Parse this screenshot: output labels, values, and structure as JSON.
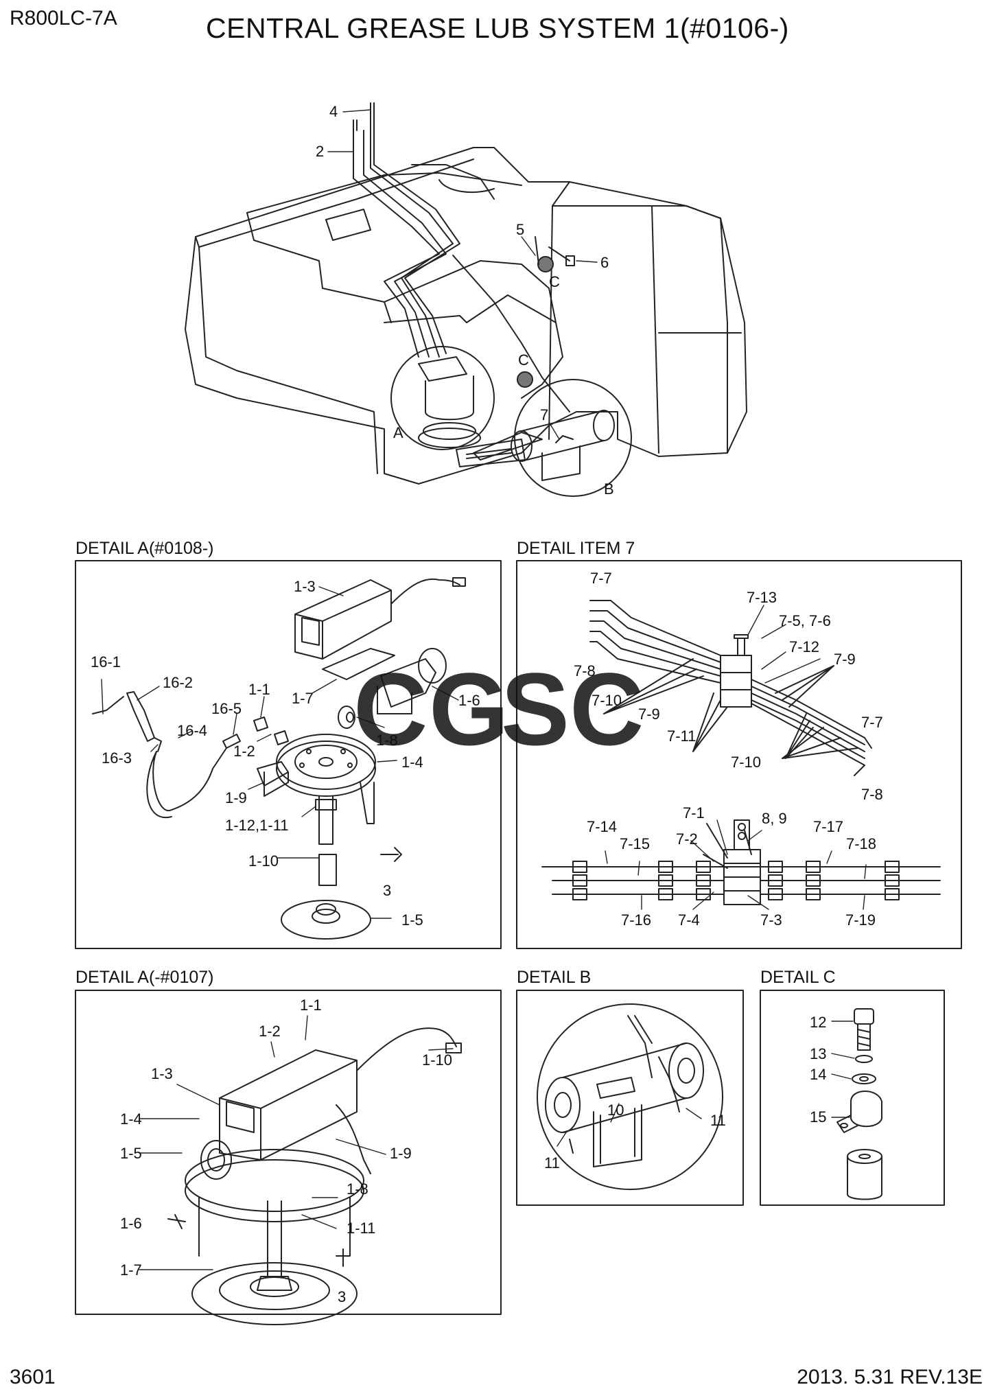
{
  "header": {
    "model": "R800LC-7A",
    "title": "CENTRAL GREASE LUB SYSTEM 1(#0106-)"
  },
  "footer": {
    "page_number": "3601",
    "revision": "2013. 5.31  REV.13E"
  },
  "watermark": {
    "text": "CGSC",
    "colors": [
      "#4f86e8",
      "#f0736a",
      "#f4c64a",
      "#3fb07a"
    ]
  },
  "main_view": {
    "callouts": [
      "4",
      "2",
      "5",
      "6",
      "C",
      "C",
      "A",
      "7",
      "B"
    ]
  },
  "panels": [
    {
      "title": "DETAIL A(#0108-)",
      "callouts": [
        "1-3",
        "16-1",
        "16-2",
        "1-1",
        "1-7",
        "1-6",
        "16-5",
        "16-4",
        "1-2",
        "1-8",
        "16-3",
        "1-4",
        "1-9",
        "1-12,1-11",
        "1-10",
        "3",
        "1-5"
      ]
    },
    {
      "title": "DETAIL ITEM 7",
      "callouts": [
        "7-7",
        "7-13",
        "7-5, 7-6",
        "7-12",
        "7-9",
        "7-8",
        "7-10",
        "7-9",
        "7-11",
        "7-7",
        "7-10",
        "7-8",
        "7-1",
        "8, 9",
        "7-14",
        "7-15",
        "7-2",
        "7-17",
        "7-18",
        "7-16",
        "7-4",
        "7-3",
        "7-19"
      ]
    },
    {
      "title": "DETAIL A(-#0107)",
      "callouts": [
        "1-1",
        "1-2",
        "1-10",
        "1-3",
        "1-4",
        "1-5",
        "1-9",
        "1-8",
        "1-6",
        "1-11",
        "1-7",
        "3"
      ]
    },
    {
      "title": "DETAIL B",
      "callouts": [
        "10",
        "11",
        "11"
      ]
    },
    {
      "title": "DETAIL C",
      "callouts": [
        "12",
        "13",
        "14",
        "15"
      ]
    }
  ]
}
